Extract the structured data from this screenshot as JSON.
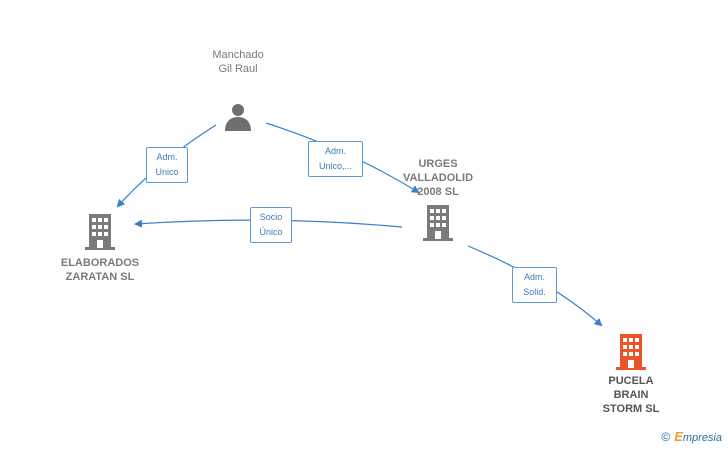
{
  "colors": {
    "edge": "#3a7fc8",
    "company_icon": "#7b7b7b",
    "main_company_icon": "#e8552a",
    "person_icon": "#6f6f6f"
  },
  "nodes": {
    "person": {
      "label": "Manchado\nGil Raul",
      "icon": "person-icon"
    },
    "urges": {
      "label": "URGES\nVALLADOLID\n2008 SL",
      "icon": "building-icon"
    },
    "elaborados": {
      "label": "ELABORADOS\nZARATAN SL",
      "icon": "building-icon"
    },
    "pucela": {
      "label": "PUCELA\nBRAIN\nSTORM  SL",
      "icon": "building-icon"
    }
  },
  "edges": {
    "person_elaborados": "Adm.\nUnico",
    "person_urges": "Adm.\nUnico,...",
    "urges_elaborados": "Socio\nÚnico",
    "urges_pucela": "Adm.\nSolid."
  },
  "watermark": {
    "copyright": "©",
    "brand_initial": "E",
    "brand_rest": "mpresia"
  }
}
